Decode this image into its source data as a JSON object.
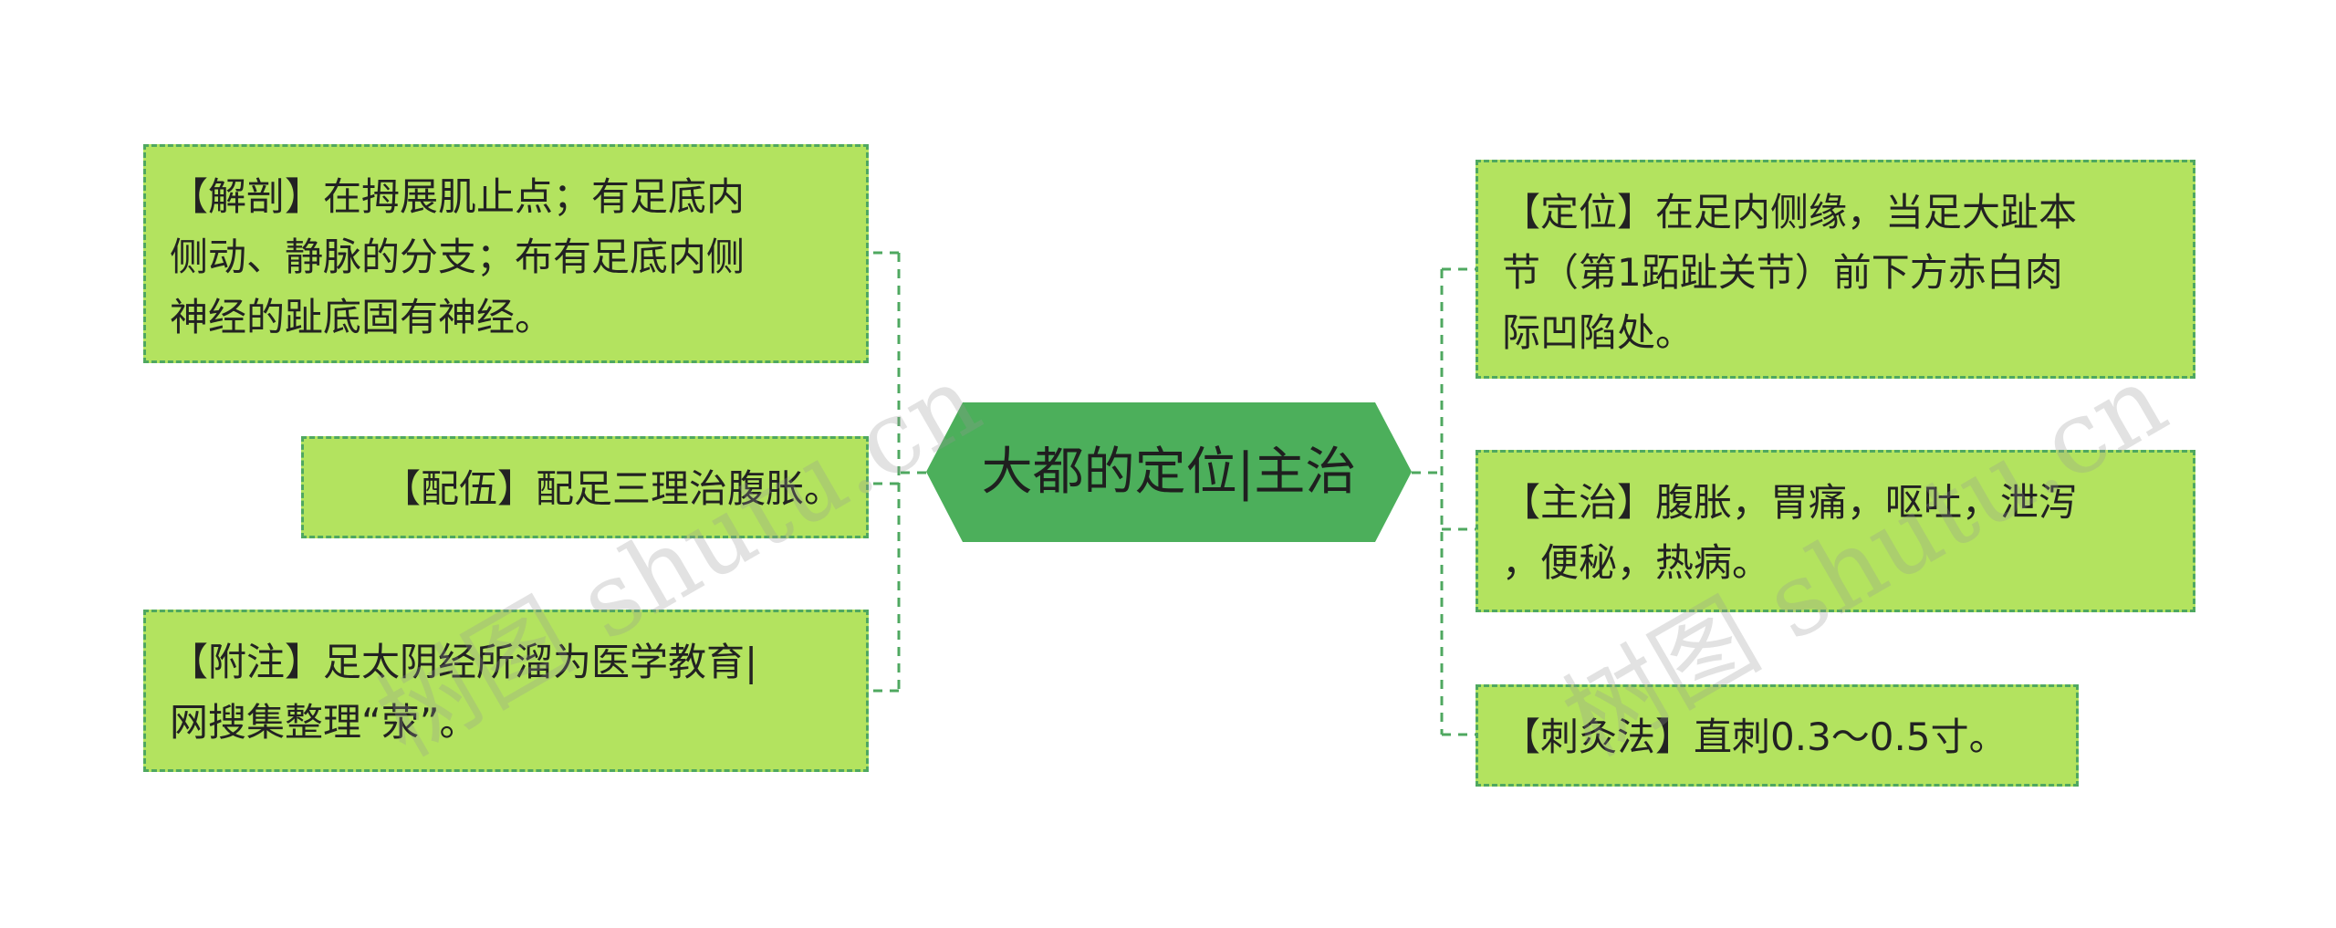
{
  "center": {
    "title": "大都的定位|主治"
  },
  "left_nodes": [
    {
      "lines": [
        "【解剖】在拇展肌止点；有足底内",
        "侧动、静脉的分支；布有足底内侧",
        "神经的趾底固有神经。"
      ]
    },
    {
      "lines": [
        "【配伍】配足三理治腹胀。"
      ]
    },
    {
      "lines": [
        "【附注】足太阴经所溜为医学教育|",
        "网搜集整理“荥”。"
      ]
    }
  ],
  "right_nodes": [
    {
      "lines": [
        "【定位】在足内侧缘，当足大趾本",
        "节（第1跖趾关节）前下方赤白肉",
        "际凹陷处。"
      ]
    },
    {
      "lines": [
        "【主治】腹胀，胃痛，呕吐，泄泻",
        "，便秘，热病。"
      ]
    },
    {
      "lines": [
        "【刺灸法】直刺0.3～0.5寸。"
      ]
    }
  ],
  "watermarks": [
    "树图 shutu.cn",
    "树图 shutu.cn"
  ],
  "colors": {
    "node_fill": "#b3e35f",
    "node_border": "#4fa860",
    "center_fill": "#4caf5b",
    "connector": "#4fa860"
  }
}
